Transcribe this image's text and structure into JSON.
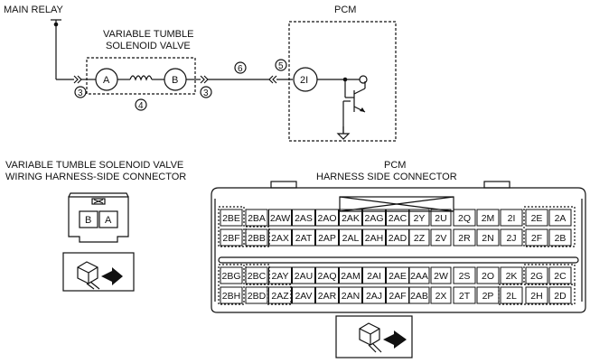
{
  "labels": {
    "main_relay": "MAIN RELAY",
    "valve_line1": "VARIABLE TUMBLE",
    "valve_line2": "SOLENOID VALVE",
    "pcm": "PCM",
    "term_a": "A",
    "term_b": "B",
    "pcm_pin": "2I",
    "circle3_left": "3",
    "circle3_right": "3",
    "circle4": "4",
    "circle5": "5",
    "circle6": "6",
    "left_conn_line1": "VARIABLE TUMBLE SOLENOID VALVE",
    "left_conn_line2": "WIRING HARNESS-SIDE CONNECTOR",
    "right_conn_line1": "PCM",
    "right_conn_line2": "HARNESS SIDE CONNECTOR",
    "conn_pin_b": "B",
    "conn_pin_a": "A"
  },
  "pcm_connector": {
    "block1_row1": [
      "2BE",
      "2BA",
      "2AW",
      "2AS",
      "2AO",
      "2AK",
      "2AG",
      "2AC",
      "2Y",
      "2U",
      "2Q",
      "2M",
      "2I",
      "2E",
      "2A"
    ],
    "block1_row2": [
      "2BF",
      "2BB",
      "2AX",
      "2AT",
      "2AP",
      "2AL",
      "2AH",
      "2AD",
      "2Z",
      "2V",
      "2R",
      "2N",
      "2J",
      "2F",
      "2B"
    ],
    "block2_row1": [
      "2BG",
      "2BC",
      "2AY",
      "2AU",
      "2AQ",
      "2AM",
      "2AI",
      "2AE",
      "2AA",
      "2W",
      "2S",
      "2O",
      "2K",
      "2G",
      "2C"
    ],
    "block2_row2": [
      "2BH",
      "2BD",
      "2AZ",
      "2AV",
      "2AR",
      "2AN",
      "2AJ",
      "2AF",
      "2AB",
      "2X",
      "2T",
      "2P",
      "2L",
      "2H",
      "2D"
    ]
  }
}
